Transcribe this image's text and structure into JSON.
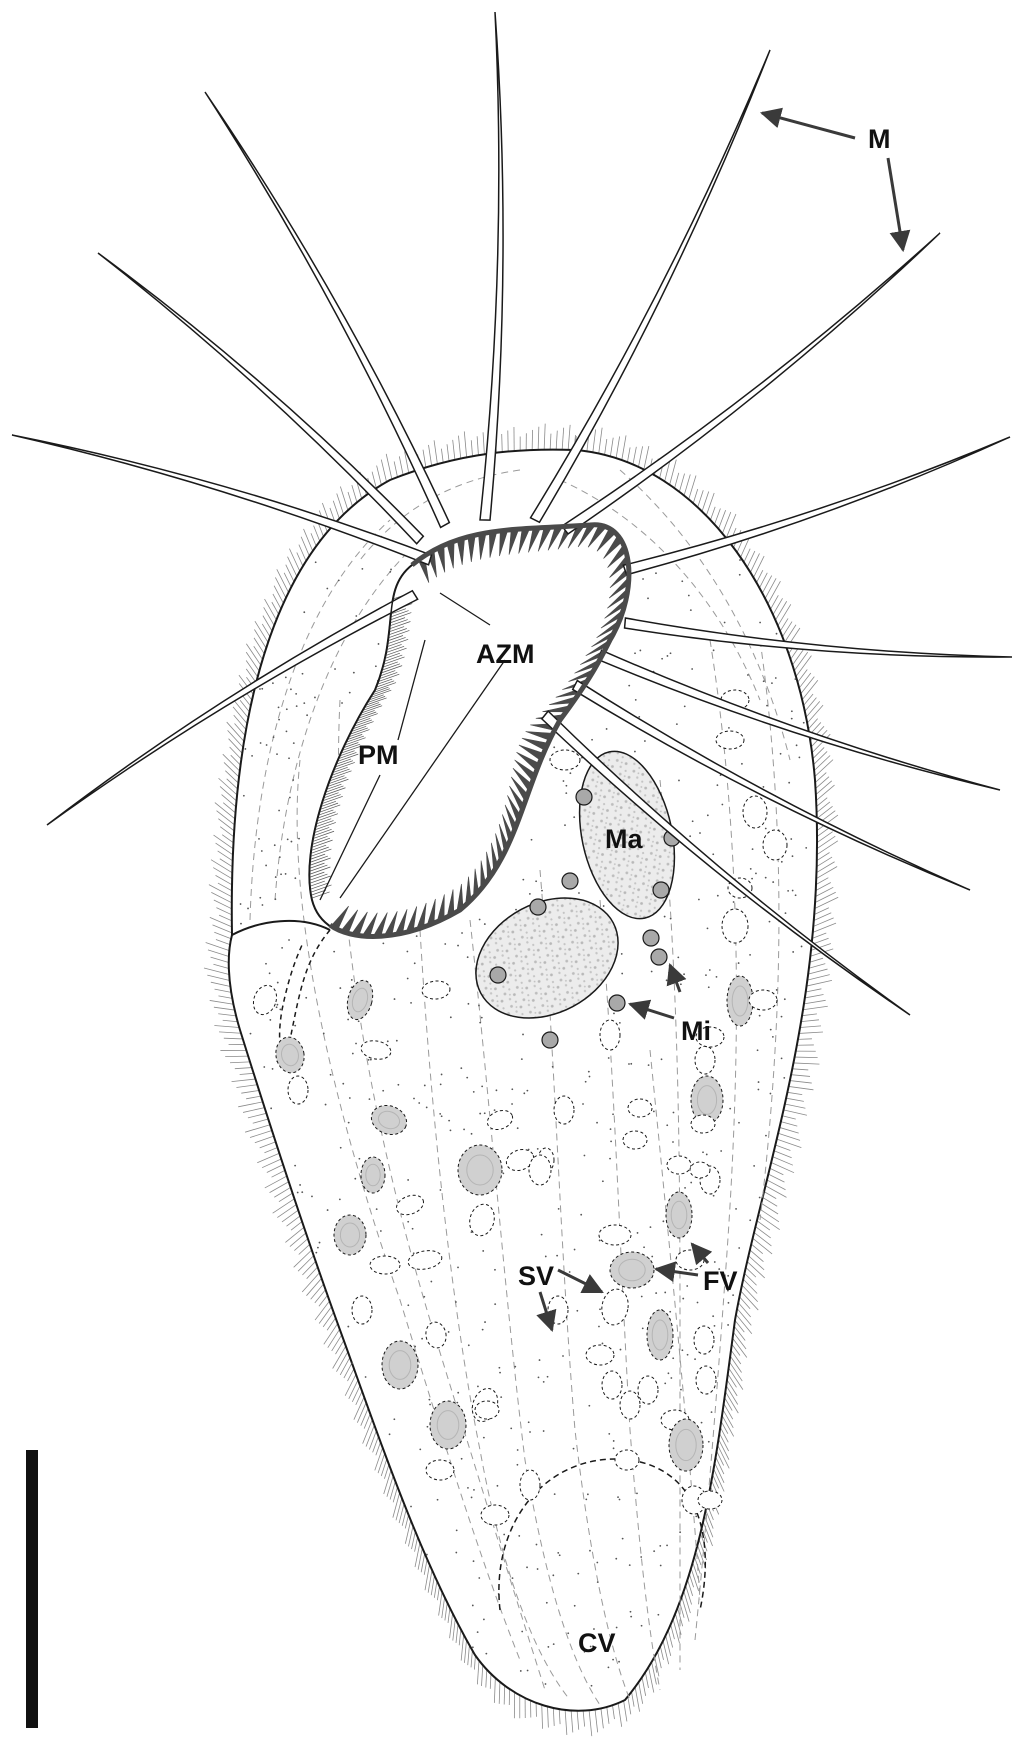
{
  "labels": {
    "m": "M",
    "azm": "AZM",
    "pm": "PM",
    "ma": "Ma",
    "mi": "Mi",
    "sv": "SV",
    "fv": "FV",
    "cv": "CV"
  },
  "colors": {
    "outline": "#1a1a1a",
    "membranelle": "#4a4a4a",
    "granule": "#a9a9a9",
    "vacuole_fill": "#d0d0d0",
    "nucleus_fill": "#e2e2e2",
    "dashed": "#9a9a9a",
    "arrow": "#3a3a3a"
  }
}
